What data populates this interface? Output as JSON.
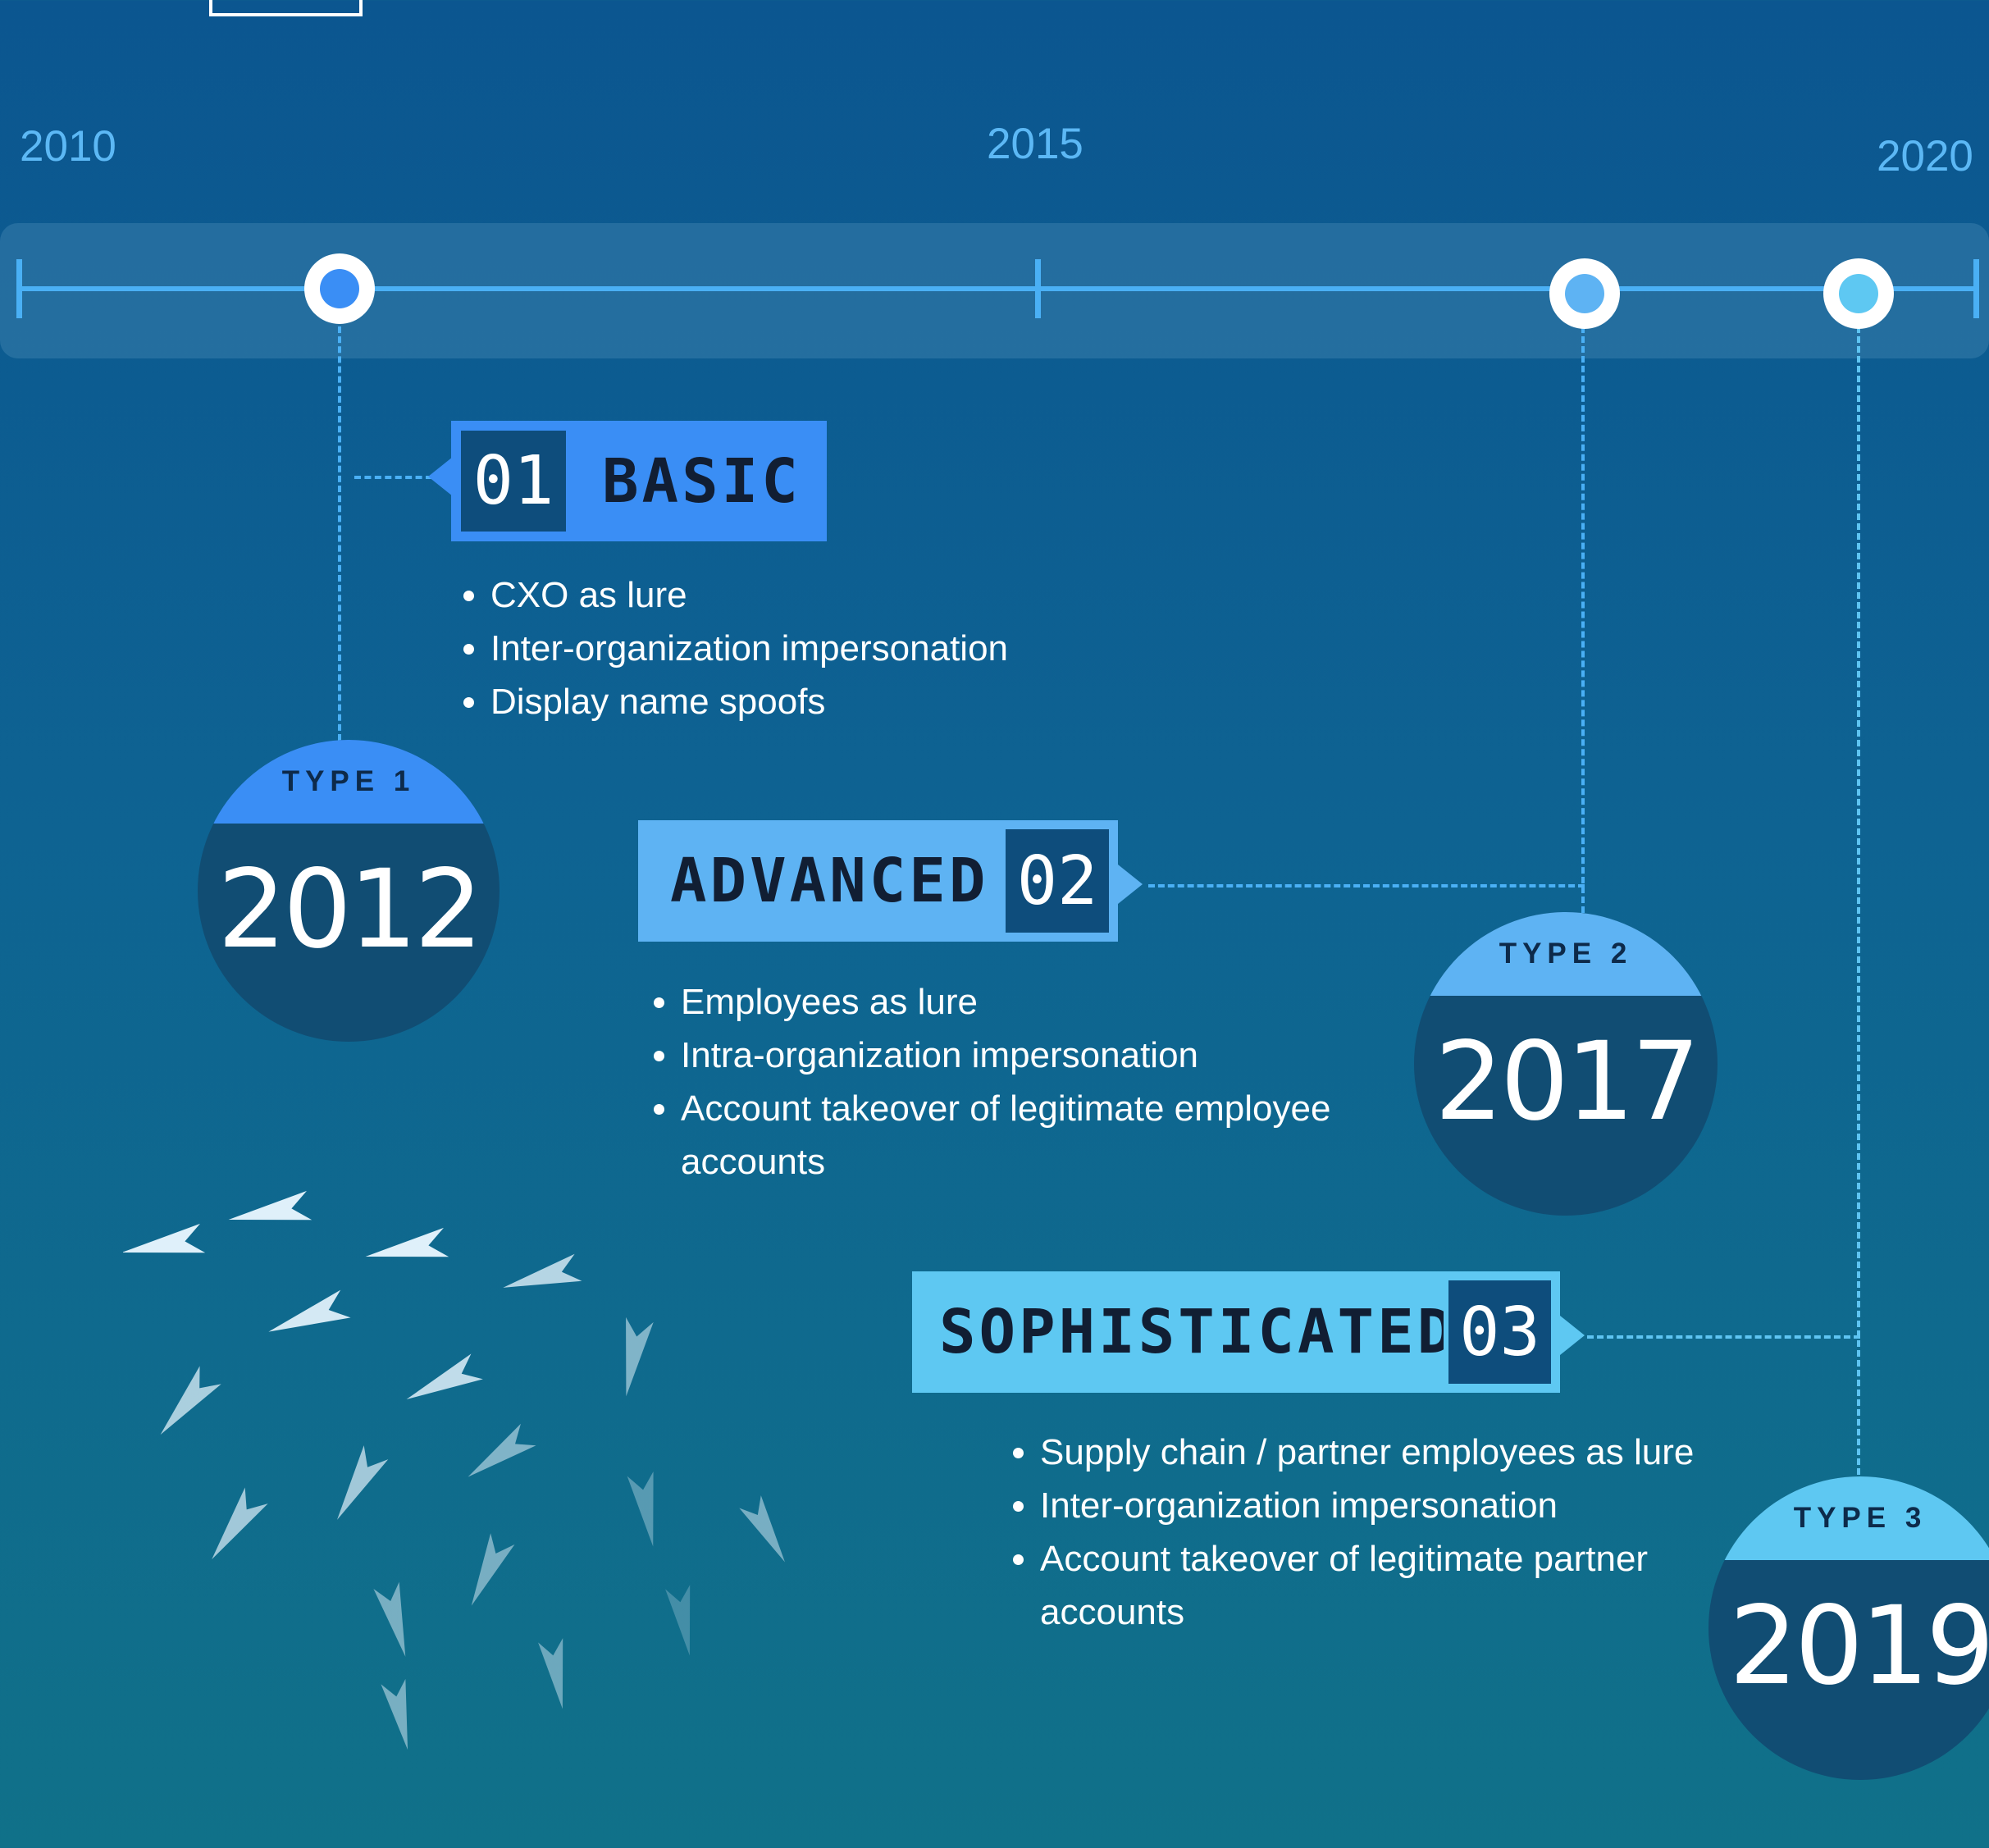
{
  "timeline": {
    "years": [
      "2010",
      "2015",
      "2020"
    ]
  },
  "stages": [
    {
      "number": "01",
      "level": "BASIC",
      "type": "TYPE 1",
      "year": "2012",
      "bullets": [
        "CXO as lure",
        "Inter-organization impersonation",
        "Display name spoofs"
      ]
    },
    {
      "number": "02",
      "level": "ADVANCED",
      "type": "TYPE 2",
      "year": "2017",
      "bullets": [
        "Employees as lure",
        "Intra-organization impersonation",
        "Account takeover of legitimate employee accounts"
      ]
    },
    {
      "number": "03",
      "level": "SOPHISTICATED",
      "type": "TYPE 3",
      "year": "2019",
      "bullets": [
        "Supply chain / partner employees as lure",
        "Inter-organization  impersonation",
        "Account takeover of legitimate partner accounts"
      ]
    }
  ],
  "colors": {
    "background_top": "#0b5690",
    "background_bottom": "#107189",
    "axis": "#4ab0f5",
    "stage1_accent": "#3a8ef5",
    "stage2_accent": "#5eb3f3",
    "stage3_accent": "#5ec8f2",
    "badge_body": "#114d73",
    "number_box": "#0e4d7c"
  },
  "decoration": {
    "icon": "arrowhead-flock"
  }
}
